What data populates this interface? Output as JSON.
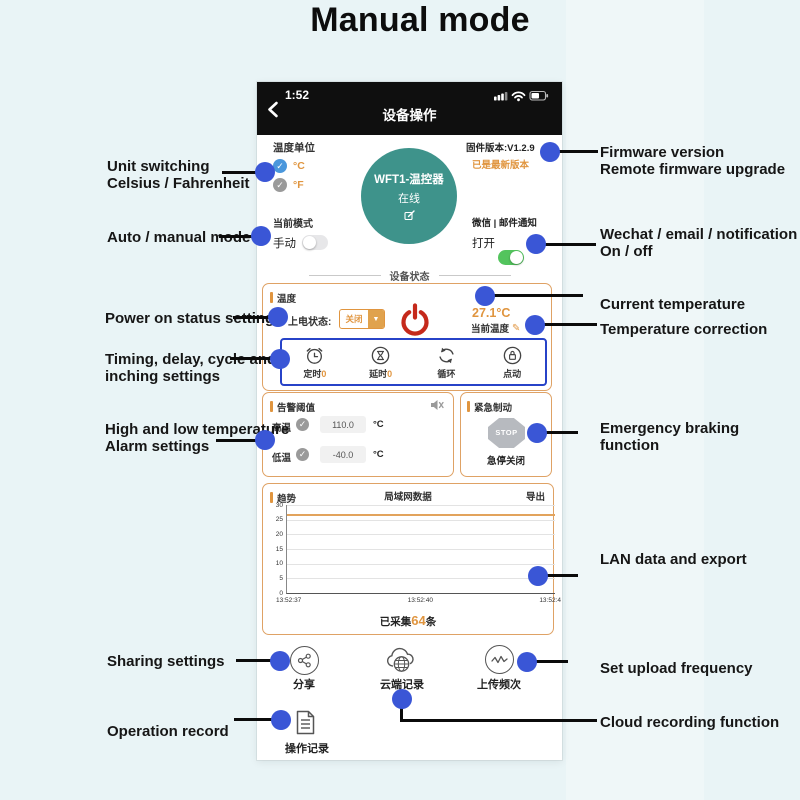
{
  "title": "Manual mode",
  "icons": {
    "check": "✓",
    "dropdown_arrow": "▼",
    "pencil": "✎"
  },
  "colors": {
    "accent_orange": "#E0953F",
    "dot_blue": "#3A56D6",
    "blue_box_border": "#2743C8",
    "badge_teal": "#3E938B",
    "toggle_green": "#53C45D",
    "power_red": "#C5291B"
  },
  "phone": {
    "status": {
      "time": "1:52"
    },
    "nav": {
      "title": "设备操作"
    },
    "unit": {
      "label": "温度单位",
      "c": "°C",
      "f": "°F"
    },
    "device": {
      "name": "WFT1-温控器",
      "status": "在线"
    },
    "firmware": {
      "version": "固件版本:V1.2.9",
      "latest": "已是最新版本"
    },
    "mode": {
      "label": "当前模式",
      "value": "手动"
    },
    "notify": {
      "label": "微信 | 邮件通知",
      "value": "打开"
    },
    "divider": "设备状态",
    "temp_box": {
      "title": "温度",
      "power_state_label": "上电状态:",
      "power_state_value": "关闭",
      "current_temp": "27.1°C",
      "current_temp_label": "当前温度",
      "functions": [
        {
          "icon": "alarm-clock-icon",
          "label": "定时",
          "value": "0"
        },
        {
          "icon": "hourglass-icon",
          "label": "延时",
          "value": "0"
        },
        {
          "icon": "cycle-icon",
          "label": "循环",
          "value": ""
        },
        {
          "icon": "lock-icon",
          "label": "点动",
          "value": ""
        }
      ]
    },
    "alarm_box": {
      "title": "告警阈值",
      "high": {
        "label": "高温",
        "value": "110.0",
        "unit": "°C"
      },
      "low": {
        "label": "低温",
        "value": "-40.0",
        "unit": "°C"
      }
    },
    "emergency_box": {
      "title": "紧急制动",
      "stop": "STOP",
      "status": "急停关闭"
    },
    "chart_box": {
      "trend": "趋势",
      "title": "局域网数据",
      "export": "导出",
      "collected_prefix": "已采集",
      "collected_count": "64",
      "collected_suffix": "条"
    },
    "actions": {
      "share": "分享",
      "cloud": "云端记录",
      "upload": "上传频次",
      "record": "操作记录"
    }
  },
  "annotations": {
    "left": [
      {
        "text": "Unit switching\nCelsius / Fahrenheit"
      },
      {
        "text": "Auto / manual mode"
      },
      {
        "text": "Power on status setting"
      },
      {
        "text": "Timing, delay, cycle and\ninching settings"
      },
      {
        "text": "High and low temperature\nAlarm settings"
      },
      {
        "text": "Sharing settings"
      },
      {
        "text": "Operation record"
      }
    ],
    "right": [
      {
        "text": "Firmware version\nRemote firmware upgrade"
      },
      {
        "text": "Wechat / email / notification\nOn / off"
      },
      {
        "text": "Current temperature"
      },
      {
        "text": "Temperature correction"
      },
      {
        "text": "Emergency braking function"
      },
      {
        "text": "LAN data and export"
      },
      {
        "text": "Set upload frequency"
      },
      {
        "text": "Cloud recording function"
      }
    ]
  },
  "chart_data": {
    "type": "line",
    "title": "局域网数据",
    "x_labels": [
      "13:52:37",
      "13:52:40",
      "13:52:4"
    ],
    "series": [
      {
        "name": "当前温度",
        "values": [
          27.1,
          27.1,
          27.1
        ]
      }
    ],
    "ylim": [
      0,
      30
    ],
    "yticks": [
      0,
      5,
      10,
      15,
      20,
      25,
      30
    ],
    "grid": true,
    "line_color": "#E2A35C",
    "collected_count": 64
  }
}
